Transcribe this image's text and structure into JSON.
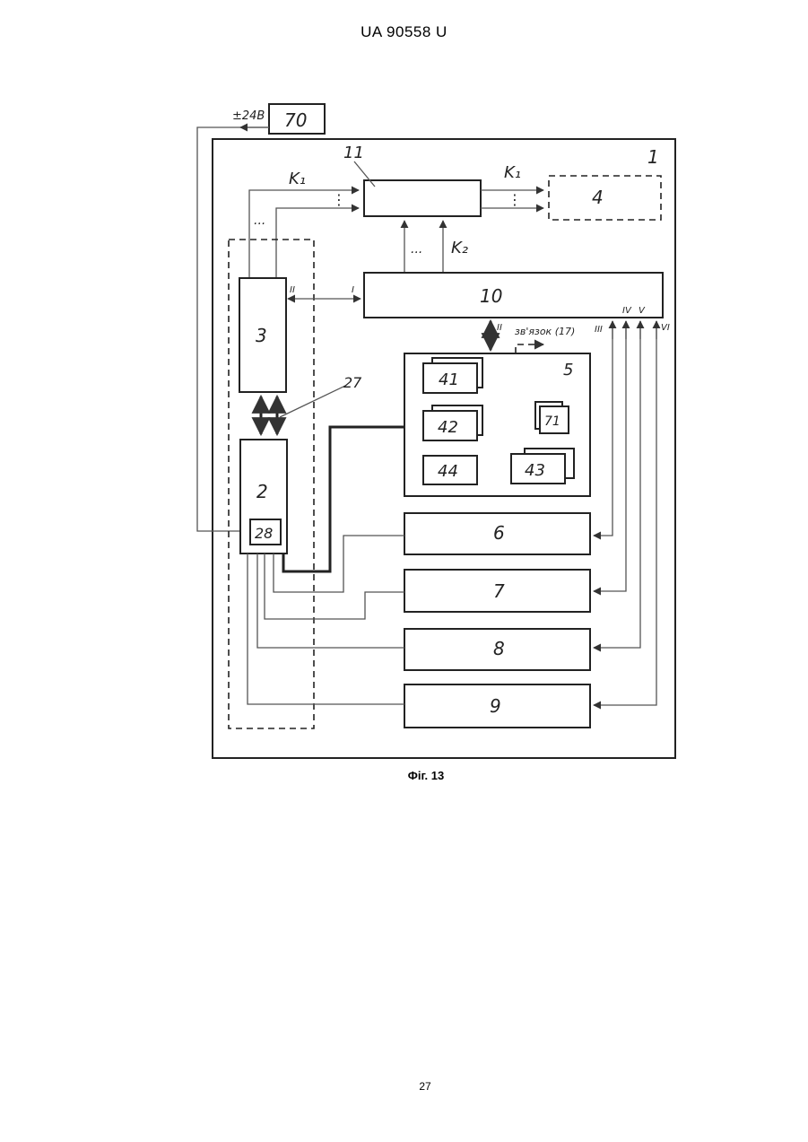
{
  "header": {
    "doc_id": "UA   90558   U"
  },
  "figure": {
    "caption": "Фіг. 13",
    "supply_label": "±24В",
    "boxes": {
      "b70": "70",
      "b1": "1",
      "b11": "11",
      "b4": "4",
      "b10": "10",
      "b3": "3",
      "b2": "2",
      "b28": "28",
      "b5": "5",
      "b41": "41",
      "b42": "42",
      "b44": "44",
      "b43": "43",
      "b71": "71",
      "b6": "6",
      "b7": "7",
      "b8": "8",
      "b9": "9"
    },
    "signals": {
      "k1_left": "K₁",
      "k1_right": "K₁",
      "k2": "K₂",
      "ref27": "27",
      "link_label": "зв'язок (17)",
      "port_I": "I",
      "port_II_3": "II",
      "port_II_10": "II",
      "port_III": "III",
      "port_IV": "IV",
      "port_V": "V",
      "port_VI": "VI",
      "dots_left": "...",
      "dots_k1": "⋮",
      "dots_k1_out": "⋮",
      "dots_k2": "..."
    }
  },
  "page_number": "27"
}
